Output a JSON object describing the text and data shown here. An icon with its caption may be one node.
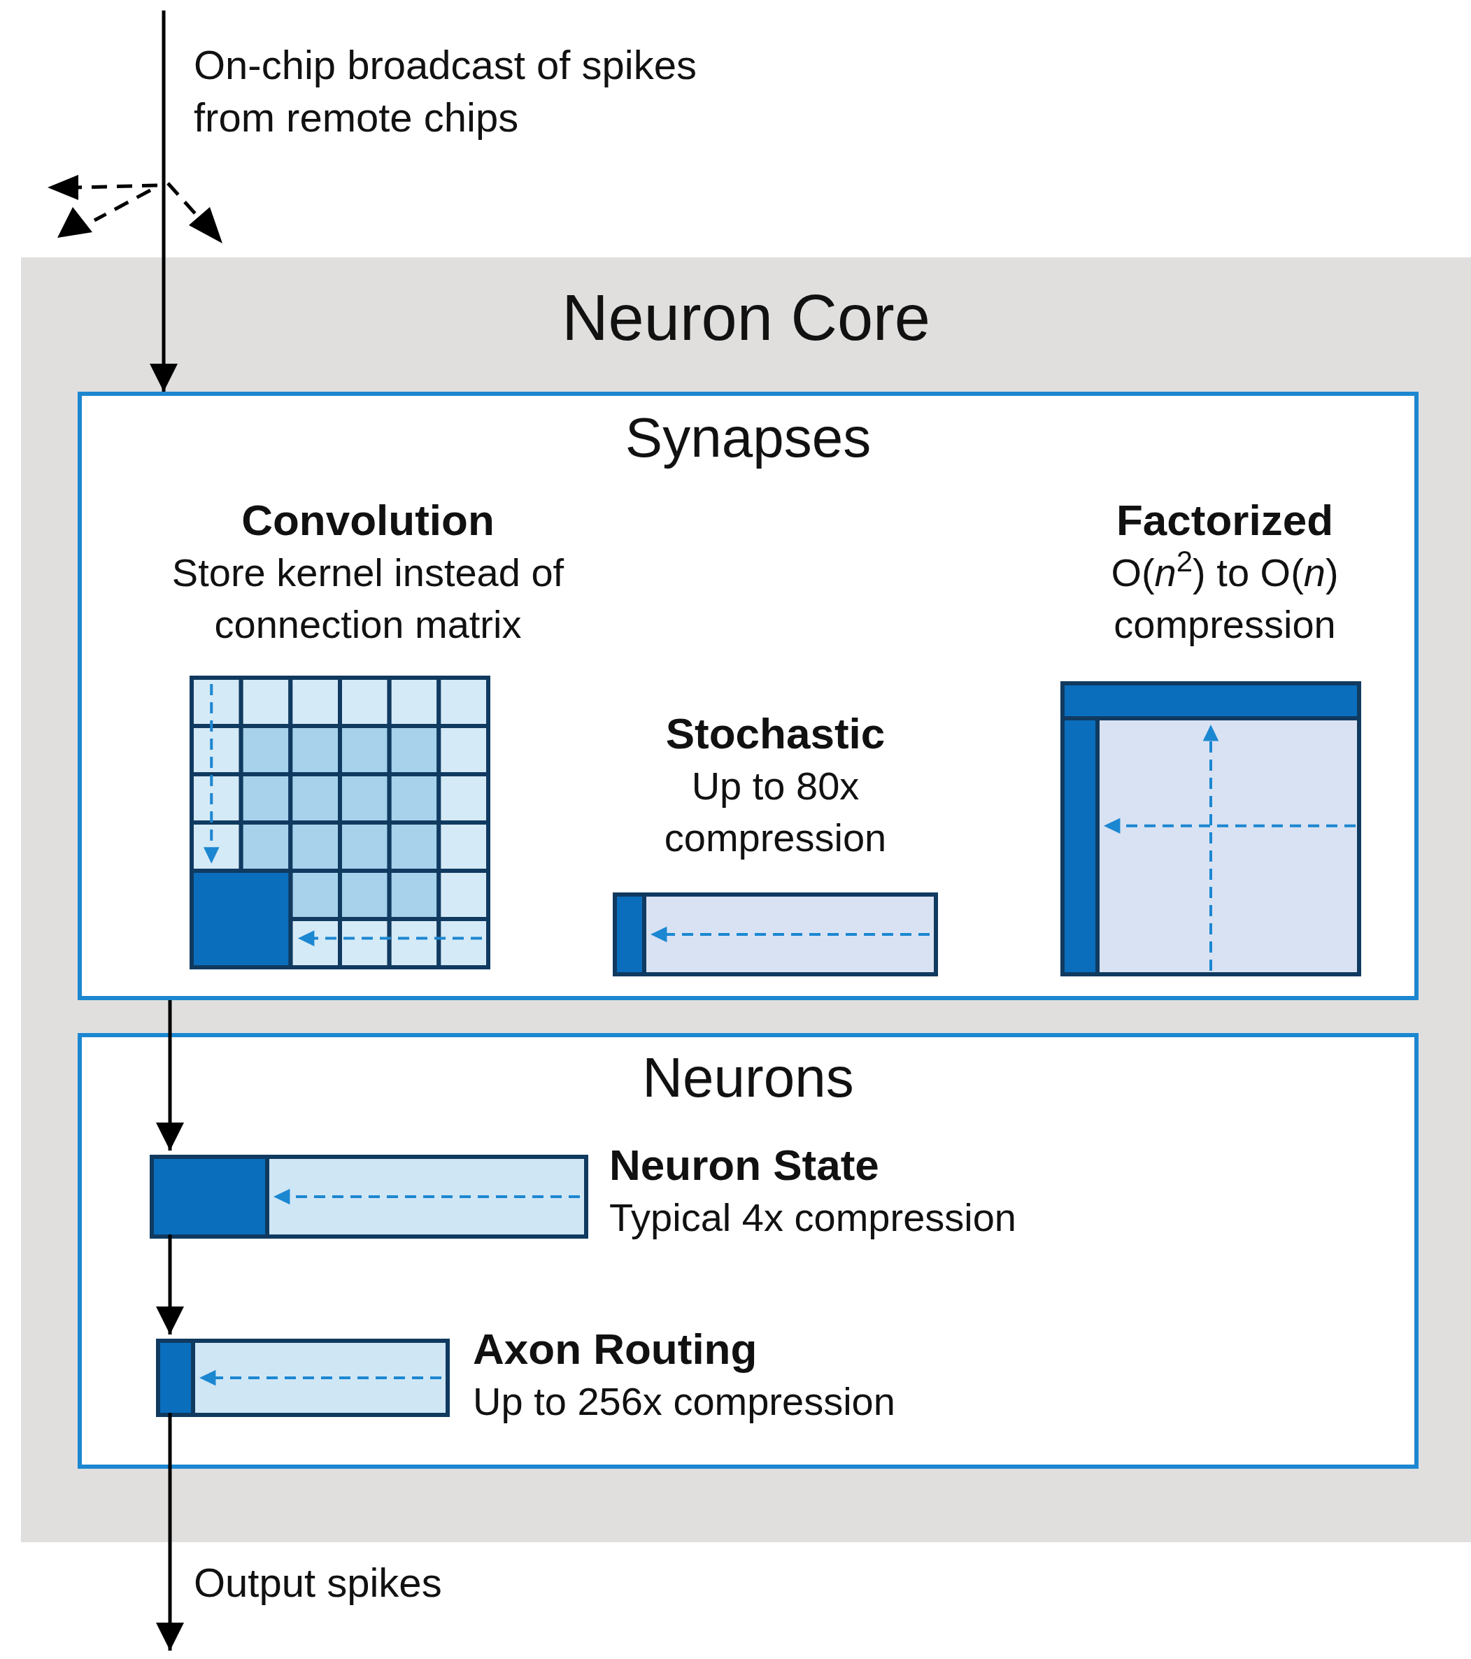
{
  "diagram": {
    "nodes": [
      {
        "text": [
          "Neuron Core"
        ]
      },
      {
        "text": [
          "Synapses"
        ],
        "in": 0
      },
      {
        "text": [],
        "shape": "grid",
        "in": 1,
        "beside": [
          "Convolution",
          "Store kernel instead of connection matrix"
        ]
      },
      {
        "text": [],
        "shape": "bar",
        "in": 1,
        "beside": [
          "Stochastic",
          "Up to 80x compression"
        ]
      },
      {
        "text": [],
        "shape": "box",
        "in": 1,
        "beside": [
          "Factorized",
          "O(*n*$^{2}$) to O(*n*) compression"
        ]
      },
      {
        "text": [
          "Neurons"
        ],
        "in": 0
      },
      {
        "text": [],
        "shape": "bar",
        "in": 5,
        "beside": [
          "Neuron State",
          "Typical 4x compression"
        ]
      },
      {
        "text": [],
        "shape": "bar",
        "in": 5,
        "beside": [
          "Axon Routing",
          "Up to 256x compression"
        ]
      }
    ],
    "edges": [
      {
        "from": null,
        "to": 1,
        "arrow": "to",
        "label": "On-chip broadcast of spikes from remote chips"
      },
      {
        "from": 1,
        "to": 6,
        "arrow": "to"
      },
      {
        "from": 6,
        "to": 7,
        "arrow": "to"
      },
      {
        "from": 7,
        "to": null,
        "arrow": "to",
        "label": "Output spikes"
      }
    ]
  }
}
